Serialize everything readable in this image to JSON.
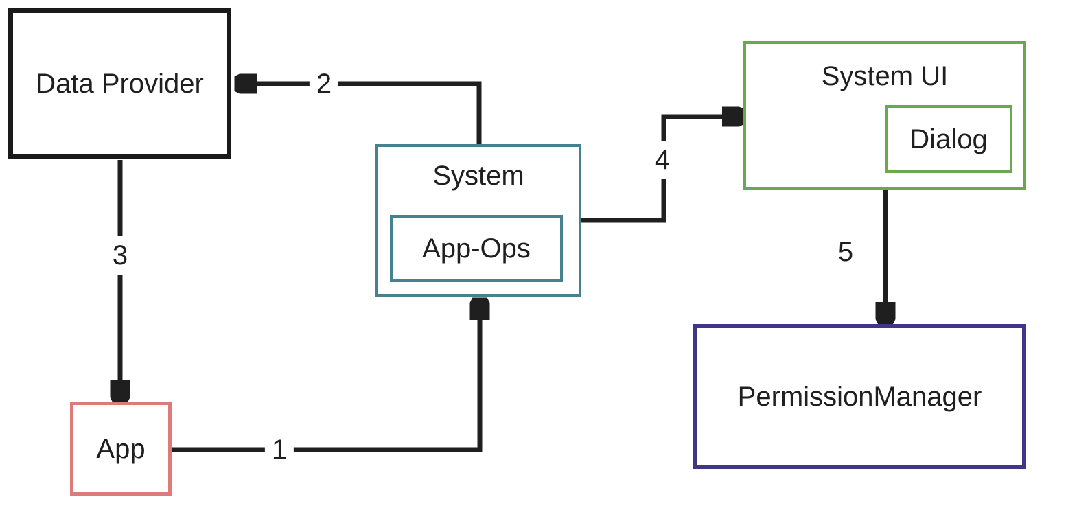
{
  "diagram": {
    "nodes": {
      "data_provider": {
        "label": "Data Provider",
        "border_color": "#1a1a1a"
      },
      "app": {
        "label": "App",
        "border_color": "#dd7b7b"
      },
      "system": {
        "label": "System",
        "border_color": "#45818e"
      },
      "app_ops": {
        "label": "App-Ops",
        "border_color": "#45818e",
        "parent": "system"
      },
      "system_ui": {
        "label": "System UI",
        "border_color": "#6aa84f"
      },
      "dialog": {
        "label": "Dialog",
        "border_color": "#6aa84f",
        "parent": "system_ui"
      },
      "permission_manager": {
        "label": "PermissionManager",
        "border_color": "#3f3589"
      }
    },
    "edges": [
      {
        "label": "1",
        "from": "app",
        "to": "system"
      },
      {
        "label": "2",
        "from": "system",
        "to": "data_provider"
      },
      {
        "label": "3",
        "from": "data_provider",
        "to": "app"
      },
      {
        "label": "4",
        "from": "system",
        "to": "system_ui"
      },
      {
        "label": "5",
        "from": "system_ui",
        "to": "permission_manager"
      }
    ],
    "colors": {
      "arrow": "#1f1f1f",
      "background": "#ffffff",
      "text": "#1f1f1f"
    }
  }
}
